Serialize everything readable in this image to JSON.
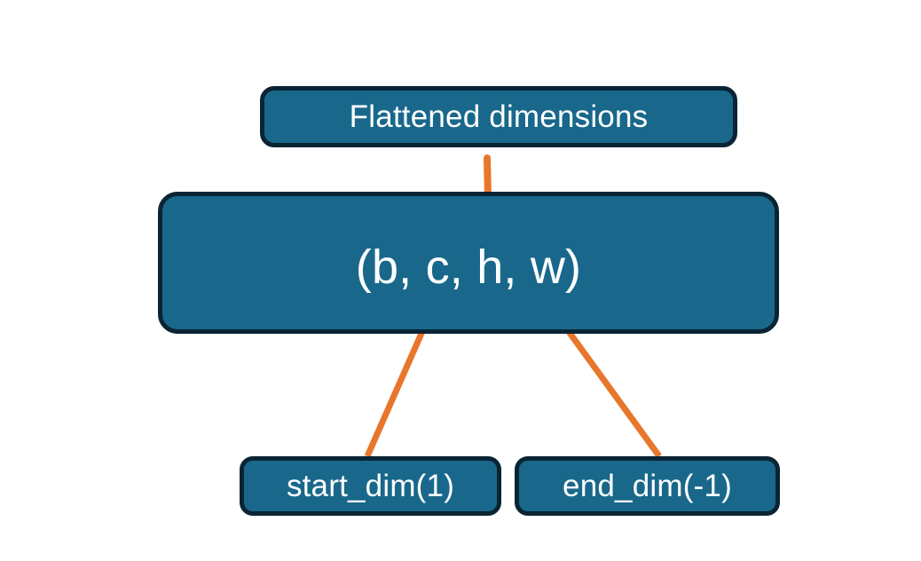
{
  "diagram": {
    "title": "flatten-start-end-dim-diagram",
    "background_color": "#ffffff",
    "node_fill_color": "#19688C",
    "node_border_color": "#0A2433",
    "node_text_color": "#FFFFFF",
    "connector_color": "#E8762C",
    "nodes": [
      {
        "id": "flattened",
        "label": "Flattened dimensions"
      },
      {
        "id": "tuple",
        "label": "(b, c, h, w)"
      },
      {
        "id": "start_dim",
        "label": "start_dim(1)"
      },
      {
        "id": "end_dim",
        "label": "end_dim(-1)"
      }
    ],
    "connectors": [
      {
        "id": "brace",
        "from": "tuple",
        "to": "flattened",
        "kind": "curly-brace-up"
      },
      {
        "id": "start-arrow",
        "from": "start_dim",
        "to": "tuple",
        "kind": "arrow-up-right"
      },
      {
        "id": "end-arrow",
        "from": "end_dim",
        "to": "tuple",
        "kind": "arrow-up-left"
      }
    ]
  }
}
